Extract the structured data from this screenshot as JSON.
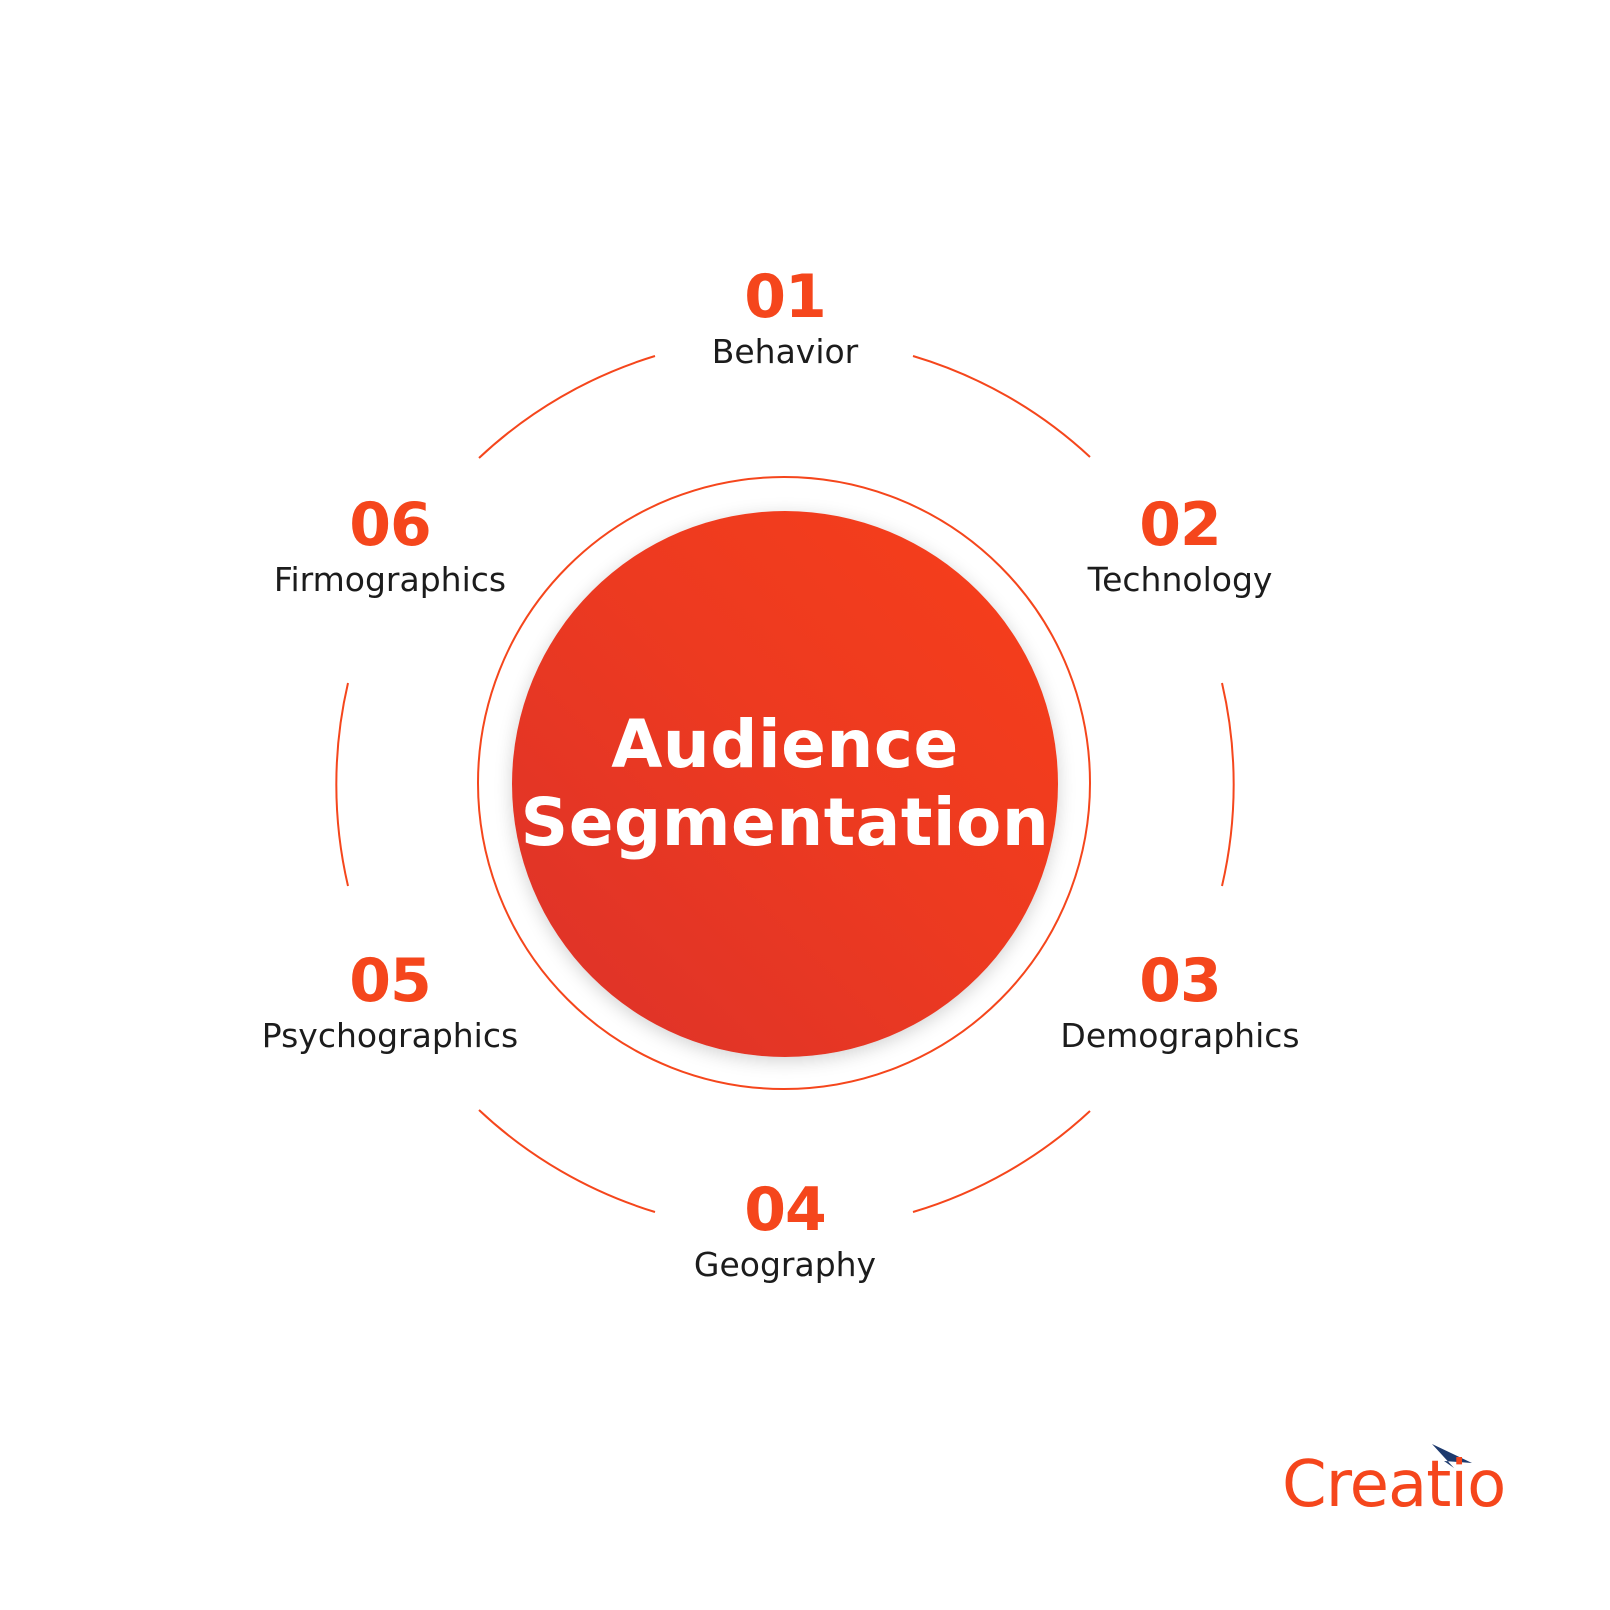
{
  "diagram": {
    "title_line1": "Audience",
    "title_line2": "Segmentation",
    "segments": [
      {
        "number": "01",
        "label": "Behavior"
      },
      {
        "number": "02",
        "label": "Technology"
      },
      {
        "number": "03",
        "label": "Demographics"
      },
      {
        "number": "04",
        "label": "Geography"
      },
      {
        "number": "05",
        "label": "Psychographics"
      },
      {
        "number": "06",
        "label": "Firmographics"
      }
    ]
  },
  "brand": {
    "logo_text": "Creatio",
    "accent_color": "#f5461c",
    "mark_color": "#1d3a6e"
  },
  "colors": {
    "accent": "#f5461c",
    "core_gradient_start": "#f73f1a",
    "core_gradient_end": "#dc322a",
    "label_text": "#1c1c1c",
    "background": "#ffffff"
  }
}
